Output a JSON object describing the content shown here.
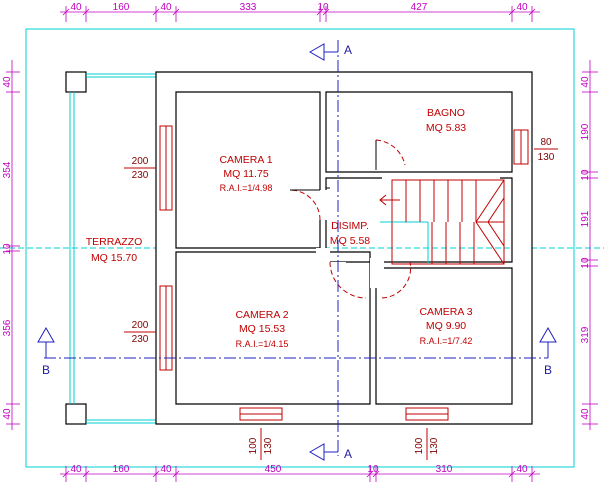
{
  "dimensions": {
    "top": [
      "40",
      "160",
      "40",
      "333",
      "10",
      "427",
      "40"
    ],
    "bottom": [
      "40",
      "160",
      "40",
      "450",
      "10",
      "310",
      "40"
    ],
    "left": [
      "40",
      "354",
      "10",
      "356",
      "40"
    ],
    "right": [
      "40",
      "190",
      "10",
      "191",
      "10",
      "319",
      "40"
    ]
  },
  "rooms": [
    {
      "name": "CAMERA 1",
      "area": "MQ 11.75",
      "rai": "R.A.I.=1/4.98"
    },
    {
      "name": "BAGNO",
      "area": "MQ 5.83",
      "rai": ""
    },
    {
      "name": "DISIMP.",
      "area": "MQ 5.58",
      "rai": ""
    },
    {
      "name": "TERRAZZO",
      "area": "MQ 15.70",
      "rai": ""
    },
    {
      "name": "CAMERA 2",
      "area": "MQ 15.53",
      "rai": "R.A.I.=1/4.15"
    },
    {
      "name": "CAMERA 3",
      "area": "MQ 9.90",
      "rai": "R.A.I.=1/7.42"
    }
  ],
  "windows": [
    {
      "num": "200",
      "den": "230"
    },
    {
      "num": "80",
      "den": "130"
    },
    {
      "num": "200",
      "den": "230"
    },
    {
      "num": "100",
      "den": "130"
    },
    {
      "num": "100",
      "den": "130"
    }
  ],
  "sections": {
    "a": "A",
    "b": "B"
  }
}
